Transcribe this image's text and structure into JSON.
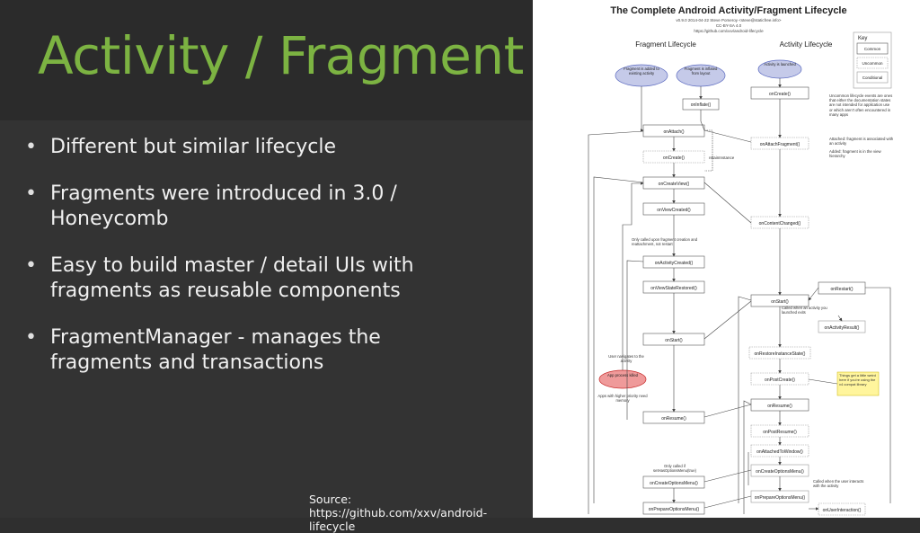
{
  "slide": {
    "title": "Activity / Fragment",
    "bullets": [
      "Different but similar lifecycle",
      "Fragments were introduced in 3.0 / Honeycomb",
      "Easy to build master / detail UIs with fragments as reusable components",
      "FragmentManager - manages the fragments and transactions"
    ],
    "source": "Source: https://github.com/xxv/android-lifecycle"
  },
  "diagram": {
    "title": "The Complete Android Activity/Fragment Lifecycle",
    "subtitle_lines": [
      "v0.9.0 2014-04-22 Steve Pomeroy <steve@staticfree.info>",
      "CC-BY-SA 4.0",
      "https://github.com/xxv/android-lifecycle"
    ],
    "fragment_heading": "Fragment Lifecycle",
    "activity_heading": "Activity Lifecycle",
    "key": {
      "heading": "Key",
      "items": [
        "Common",
        "Uncommon",
        "Conditional"
      ]
    },
    "notes": {
      "uncommon": "Uncommon lifecycle events are ones that either the documentation states are not intended for application use or which aren't often encountered in many apps",
      "attached": "Attached: fragment is associated with an activity",
      "added": "Added: fragment is in the view hierarchy",
      "retain": "retainInstance",
      "only_called_upon": "Only called upon fragment creation and reattachment, not restart",
      "called_activity": "Called when an activity you launched exits",
      "things_get": "Things get a little weird here if you're using the v4 compat library",
      "user_navigates": "User navigates to the activity",
      "apps_higher": "Apps with higher priority need memory",
      "only_called_if": "Only called if setHasOptionsMenu(true)",
      "called_user": "Called when the user interacts with the activity"
    },
    "fragment_nodes": {
      "added": "Fragment is added to existing activity",
      "inflated": "Fragment is inflated from layout",
      "onInflate": "onInflate()",
      "onAttach": "onAttach()",
      "onCreate": "onCreate()",
      "onCreateView": "onCreateView()",
      "onViewCreated": "onViewCreated()",
      "onActivityCreated": "onActivityCreated()",
      "onViewStateRestored": "onViewStateRestored()",
      "onStart": "onStart()",
      "killed": "App process killed",
      "onResume": "onResume()",
      "onCreateOptionsMenu": "onCreateOptionsMenu()",
      "onPrepareOptionsMenu": "onPrepareOptionsMenu()"
    },
    "activity_nodes": {
      "launched": "Activity is launched",
      "onCreate": "onCreate()",
      "onAttachFragment": "onAttachFragment()",
      "onContentChanged": "onContentChanged()",
      "onStart": "onStart()",
      "onRestart": "onRestart()",
      "onActivityResult": "onActivityResult()",
      "onRestoreInstanceState": "onRestoreInstanceState()",
      "onPostCreate": "onPostCreate()",
      "onResume": "onResume()",
      "onPostResume": "onPostResume()",
      "onAttachedToWindow": "onAttachedToWindow()",
      "onCreateOptionsMenu": "onCreateOptionsMenu()",
      "onPrepareOptionsMenu": "onPrepareOptionsMenu()",
      "onUserInteraction": "onUserInteraction()"
    },
    "colors": {
      "slide_bg": "#333333",
      "title_green": "#7cb342",
      "purple_node": "#c5cae9",
      "purple_border": "#5c6bc0",
      "red_node": "#ef9a9a",
      "yellow_note": "#fff59d"
    }
  }
}
